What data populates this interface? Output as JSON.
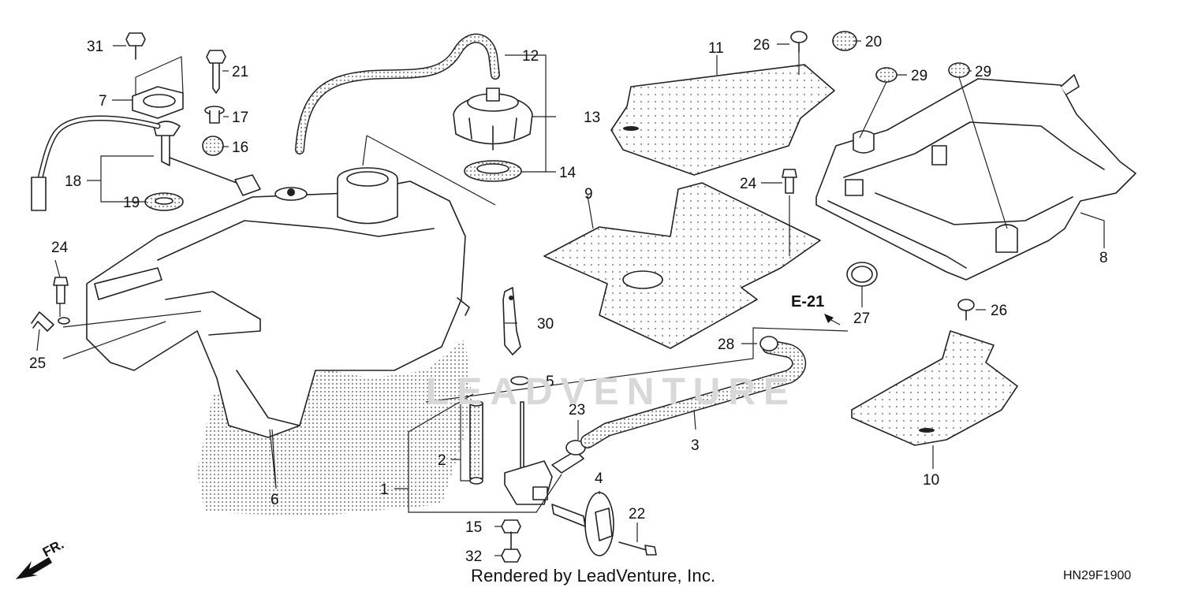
{
  "diagram": {
    "callouts": [
      "31",
      "7",
      "21",
      "17",
      "16",
      "18",
      "19",
      "12",
      "13",
      "14",
      "11",
      "26",
      "20",
      "29",
      "29",
      "9",
      "24",
      "8",
      "24",
      "25",
      "30",
      "E-21",
      "28",
      "27",
      "26",
      "6",
      "5",
      "23",
      "3",
      "2",
      "1",
      "4",
      "22",
      "15",
      "32",
      "10"
    ],
    "direction_label": "FR.",
    "watermark": "LEADVENTURE"
  },
  "footer": {
    "credit": "Rendered by LeadVenture, Inc.",
    "code": "HN29F1900"
  }
}
